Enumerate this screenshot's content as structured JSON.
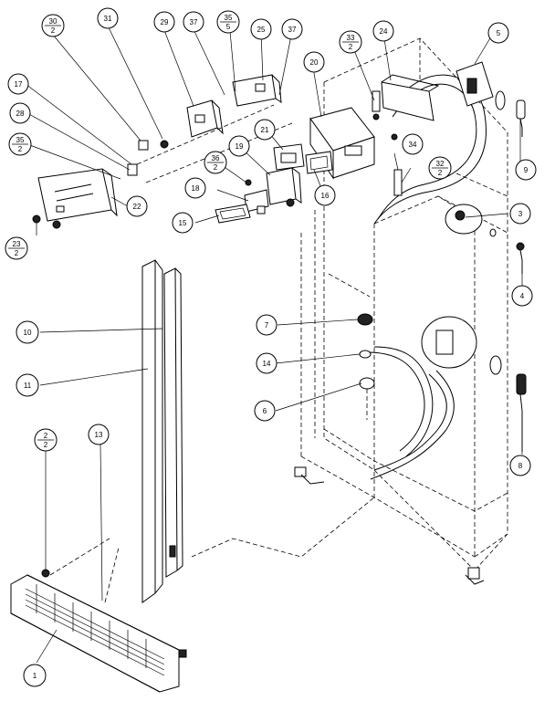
{
  "callouts": [
    {
      "id": "c30",
      "num": "30",
      "qty": "2"
    },
    {
      "id": "c31",
      "num": "31"
    },
    {
      "id": "c29",
      "num": "29"
    },
    {
      "id": "c37a",
      "num": "37"
    },
    {
      "id": "c35a",
      "num": "35",
      "qty": "5"
    },
    {
      "id": "c25",
      "num": "25"
    },
    {
      "id": "c37b",
      "num": "37"
    },
    {
      "id": "c33",
      "num": "33",
      "qty": "2"
    },
    {
      "id": "c24",
      "num": "24"
    },
    {
      "id": "c5",
      "num": "5"
    },
    {
      "id": "c17",
      "num": "17"
    },
    {
      "id": "c28",
      "num": "28"
    },
    {
      "id": "c35b",
      "num": "35",
      "qty": "2"
    },
    {
      "id": "c20",
      "num": "20"
    },
    {
      "id": "c21",
      "num": "21"
    },
    {
      "id": "c9",
      "num": "9"
    },
    {
      "id": "c36",
      "num": "36",
      "qty": "2"
    },
    {
      "id": "c19",
      "num": "19"
    },
    {
      "id": "c34",
      "num": "34"
    },
    {
      "id": "c32",
      "num": "32",
      "qty": "2"
    },
    {
      "id": "c22",
      "num": "22"
    },
    {
      "id": "c18",
      "num": "18"
    },
    {
      "id": "c16",
      "num": "16"
    },
    {
      "id": "c15",
      "num": "15"
    },
    {
      "id": "c3",
      "num": "3"
    },
    {
      "id": "c23",
      "num": "23",
      "qty": "2"
    },
    {
      "id": "c4",
      "num": "4"
    },
    {
      "id": "c10",
      "num": "10"
    },
    {
      "id": "c7",
      "num": "7"
    },
    {
      "id": "c14",
      "num": "14"
    },
    {
      "id": "c11",
      "num": "11"
    },
    {
      "id": "c6",
      "num": "6"
    },
    {
      "id": "c8",
      "num": "8"
    },
    {
      "id": "c2",
      "num": "2",
      "qty": "2"
    },
    {
      "id": "c13",
      "num": "13"
    },
    {
      "id": "c1",
      "num": "1"
    }
  ]
}
